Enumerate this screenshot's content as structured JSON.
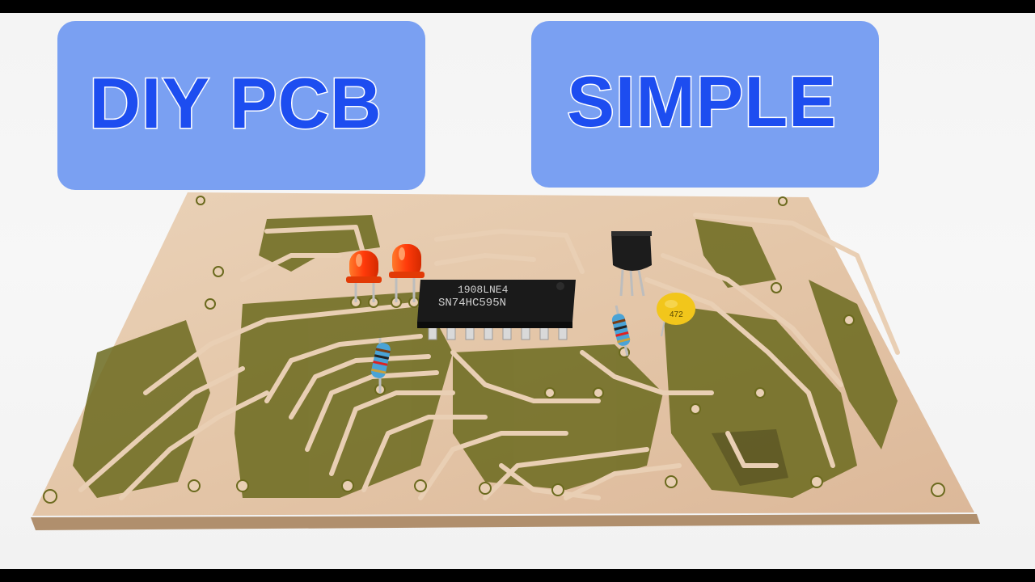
{
  "overlay": {
    "left_label": "DIY PCB",
    "right_label": "SIMPLE"
  },
  "components": {
    "ic_line1": "1908LNE4",
    "ic_line2": "SN74HC595N",
    "capacitor_marking": "472"
  },
  "colors": {
    "label_background": "#7aa0f2",
    "label_text": "#1d4df0",
    "board_copper": "#e6c9ad",
    "board_substrate": "#6b6a1e",
    "led": "#ff4a12",
    "resistor": "#4aa3d6",
    "capacitor": "#f2c61b",
    "ic_body": "#1a1a1a"
  }
}
